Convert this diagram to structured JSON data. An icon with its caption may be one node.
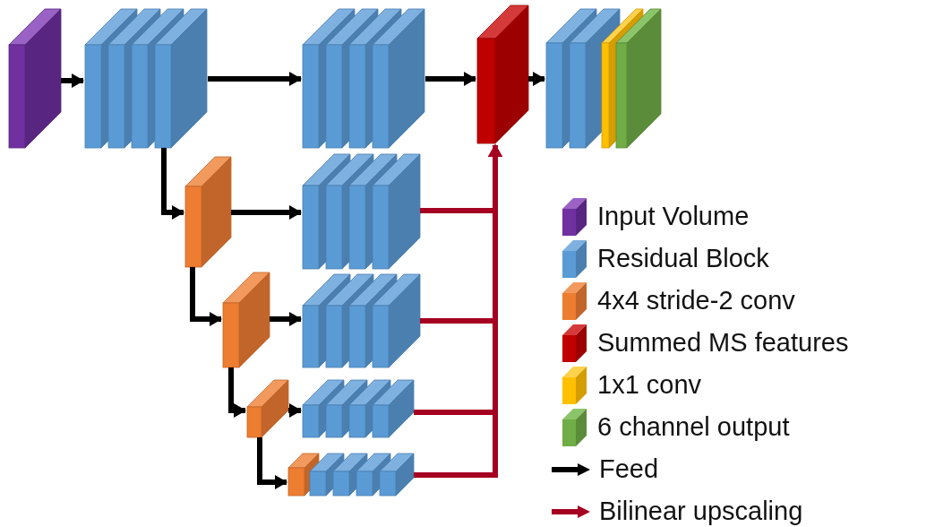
{
  "diagram": {
    "nodes": [
      {
        "text": [],
        "shape": "box"
      },
      {
        "text": [],
        "shape": "box"
      },
      {
        "text": [],
        "shape": "box"
      },
      {
        "text": [],
        "shape": "box"
      },
      {
        "text": [],
        "shape": "box"
      },
      {
        "text": [],
        "shape": "box"
      },
      {
        "text": [],
        "shape": "box"
      },
      {
        "text": [],
        "shape": "box"
      },
      {
        "text": [],
        "shape": "box"
      },
      {
        "text": [],
        "shape": "box"
      },
      {
        "text": [],
        "shape": "box"
      },
      {
        "text": [],
        "shape": "box"
      },
      {
        "text": [],
        "shape": "box"
      }
    ],
    "edges": [
      {
        "from": 0,
        "to": 1,
        "arrow": "to"
      },
      {
        "from": 1,
        "to": 2,
        "arrow": "to"
      },
      {
        "from": 2,
        "to": 3,
        "arrow": "to"
      },
      {
        "from": 3,
        "to": 4,
        "arrow": "to"
      },
      {
        "from": 1,
        "to": 5,
        "arrow": "to"
      },
      {
        "from": 5,
        "to": 6,
        "arrow": "to"
      },
      {
        "from": 5,
        "to": 7,
        "arrow": "to"
      },
      {
        "from": 7,
        "to": 8,
        "arrow": "to"
      },
      {
        "from": 7,
        "to": 9,
        "arrow": "to"
      },
      {
        "from": 9,
        "to": 10,
        "arrow": "to"
      },
      {
        "from": 9,
        "to": 11,
        "arrow": "to"
      },
      {
        "from": 6,
        "to": 3,
        "arrow": "to",
        "color": "#a50021"
      },
      {
        "from": 8,
        "to": 3,
        "arrow": "to",
        "color": "#a50021"
      },
      {
        "from": 10,
        "to": 3,
        "arrow": "to",
        "color": "#a50021"
      },
      {
        "from": 12,
        "to": 3,
        "arrow": "to",
        "color": "#a50021"
      }
    ],
    "legend": [
      {
        "text": "Input Volume",
        "color": "#7030a0"
      },
      {
        "text": "Residual Block",
        "color": "#5b9bd5"
      },
      {
        "text": "4x4 stride-2 conv",
        "color": "#ed7d31"
      },
      {
        "text": "Summed MS features",
        "color": "#c00000"
      },
      {
        "text": "1x1 conv",
        "color": "#ffc000"
      },
      {
        "text": "6 channel output",
        "color": "#70ad47"
      },
      {
        "text": "Feed"
      },
      {
        "text": "Bilinear upscaling"
      }
    ]
  }
}
